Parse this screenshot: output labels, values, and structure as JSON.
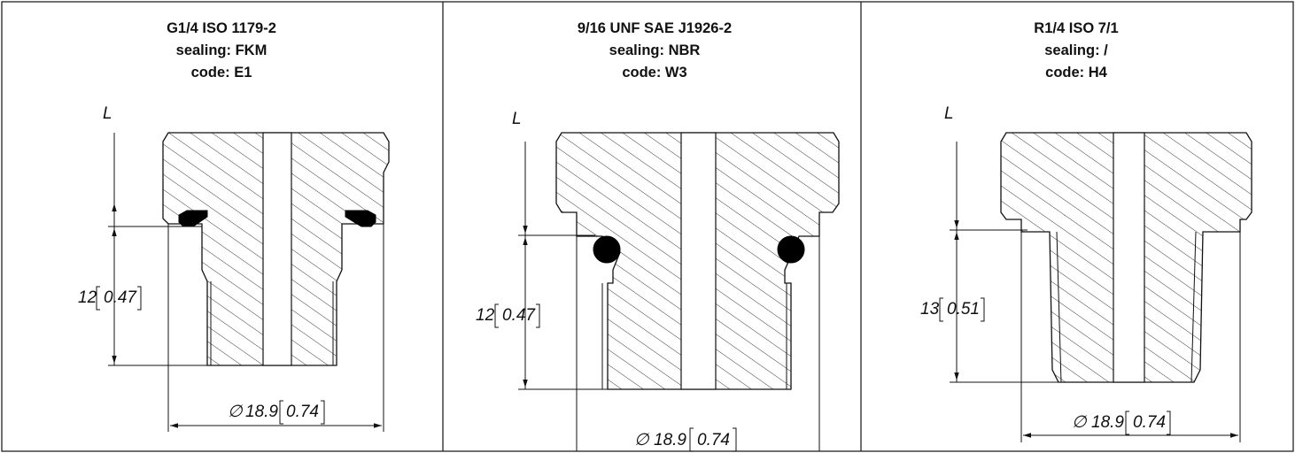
{
  "panels": [
    {
      "thread": "G1/4 ISO 1179-2",
      "sealing": "sealing: FKM",
      "code": "code: E1",
      "length_label": "L",
      "length_mm": "12",
      "length_in": "0.47",
      "diameter_symbol": "∅",
      "diameter_mm": "18.9",
      "diameter_in": "0.74",
      "seal_type": "flat bonded ring"
    },
    {
      "thread": "9/16 UNF SAE J1926-2",
      "sealing": "sealing: NBR",
      "code": "code: W3",
      "length_label": "L",
      "length_mm": "12",
      "length_in": "0.47",
      "diameter_symbol": "∅",
      "diameter_mm": "18.9",
      "diameter_in": "0.74",
      "seal_type": "o-ring"
    },
    {
      "thread": "R1/4 ISO 7/1",
      "sealing": "sealing: /",
      "code": "code: H4",
      "length_label": "L",
      "length_mm": "13",
      "length_in": "0.51",
      "diameter_symbol": "∅",
      "diameter_mm": "18.9",
      "diameter_in": "0.74",
      "seal_type": "none (tapered thread)"
    }
  ]
}
